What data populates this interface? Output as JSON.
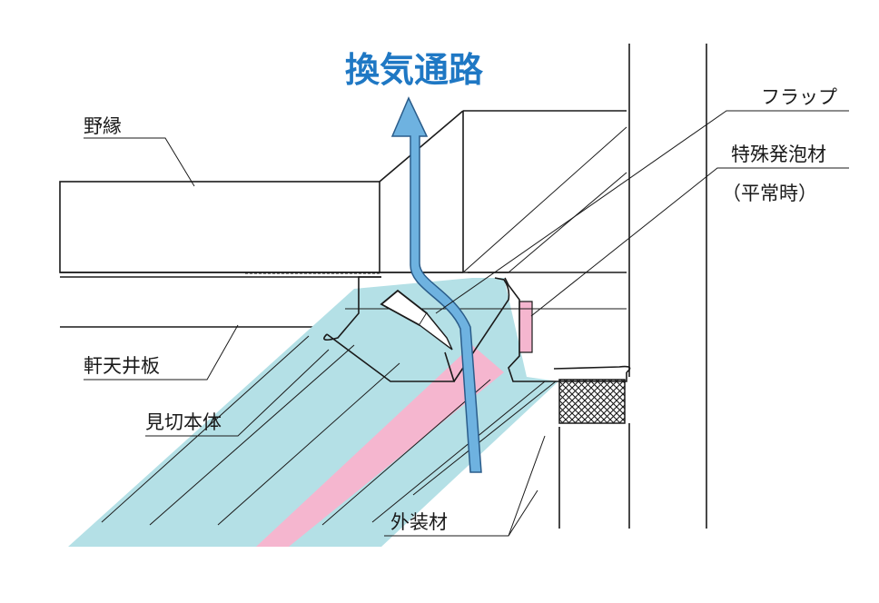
{
  "title": "換気通路",
  "labels": {
    "noburi": "野縁",
    "nokiten": "軒天井板",
    "mikiri": "見切本体",
    "gaiso": "外装材",
    "flap": "フラップ",
    "foam": "特殊発泡材",
    "foam_note": "（平常時）"
  },
  "colors": {
    "airflow": "#6eb2e0",
    "airflow_stroke": "#2a5c8a",
    "title": "#1f78c4",
    "body_fill": "#b4e0e6",
    "foam_fill": "#f5b6cf",
    "line": "#1a1a1a"
  },
  "icons": {
    "airflow_arrow": "airflow-arrow-icon",
    "sealant": "crosshatch-sealant-icon"
  }
}
